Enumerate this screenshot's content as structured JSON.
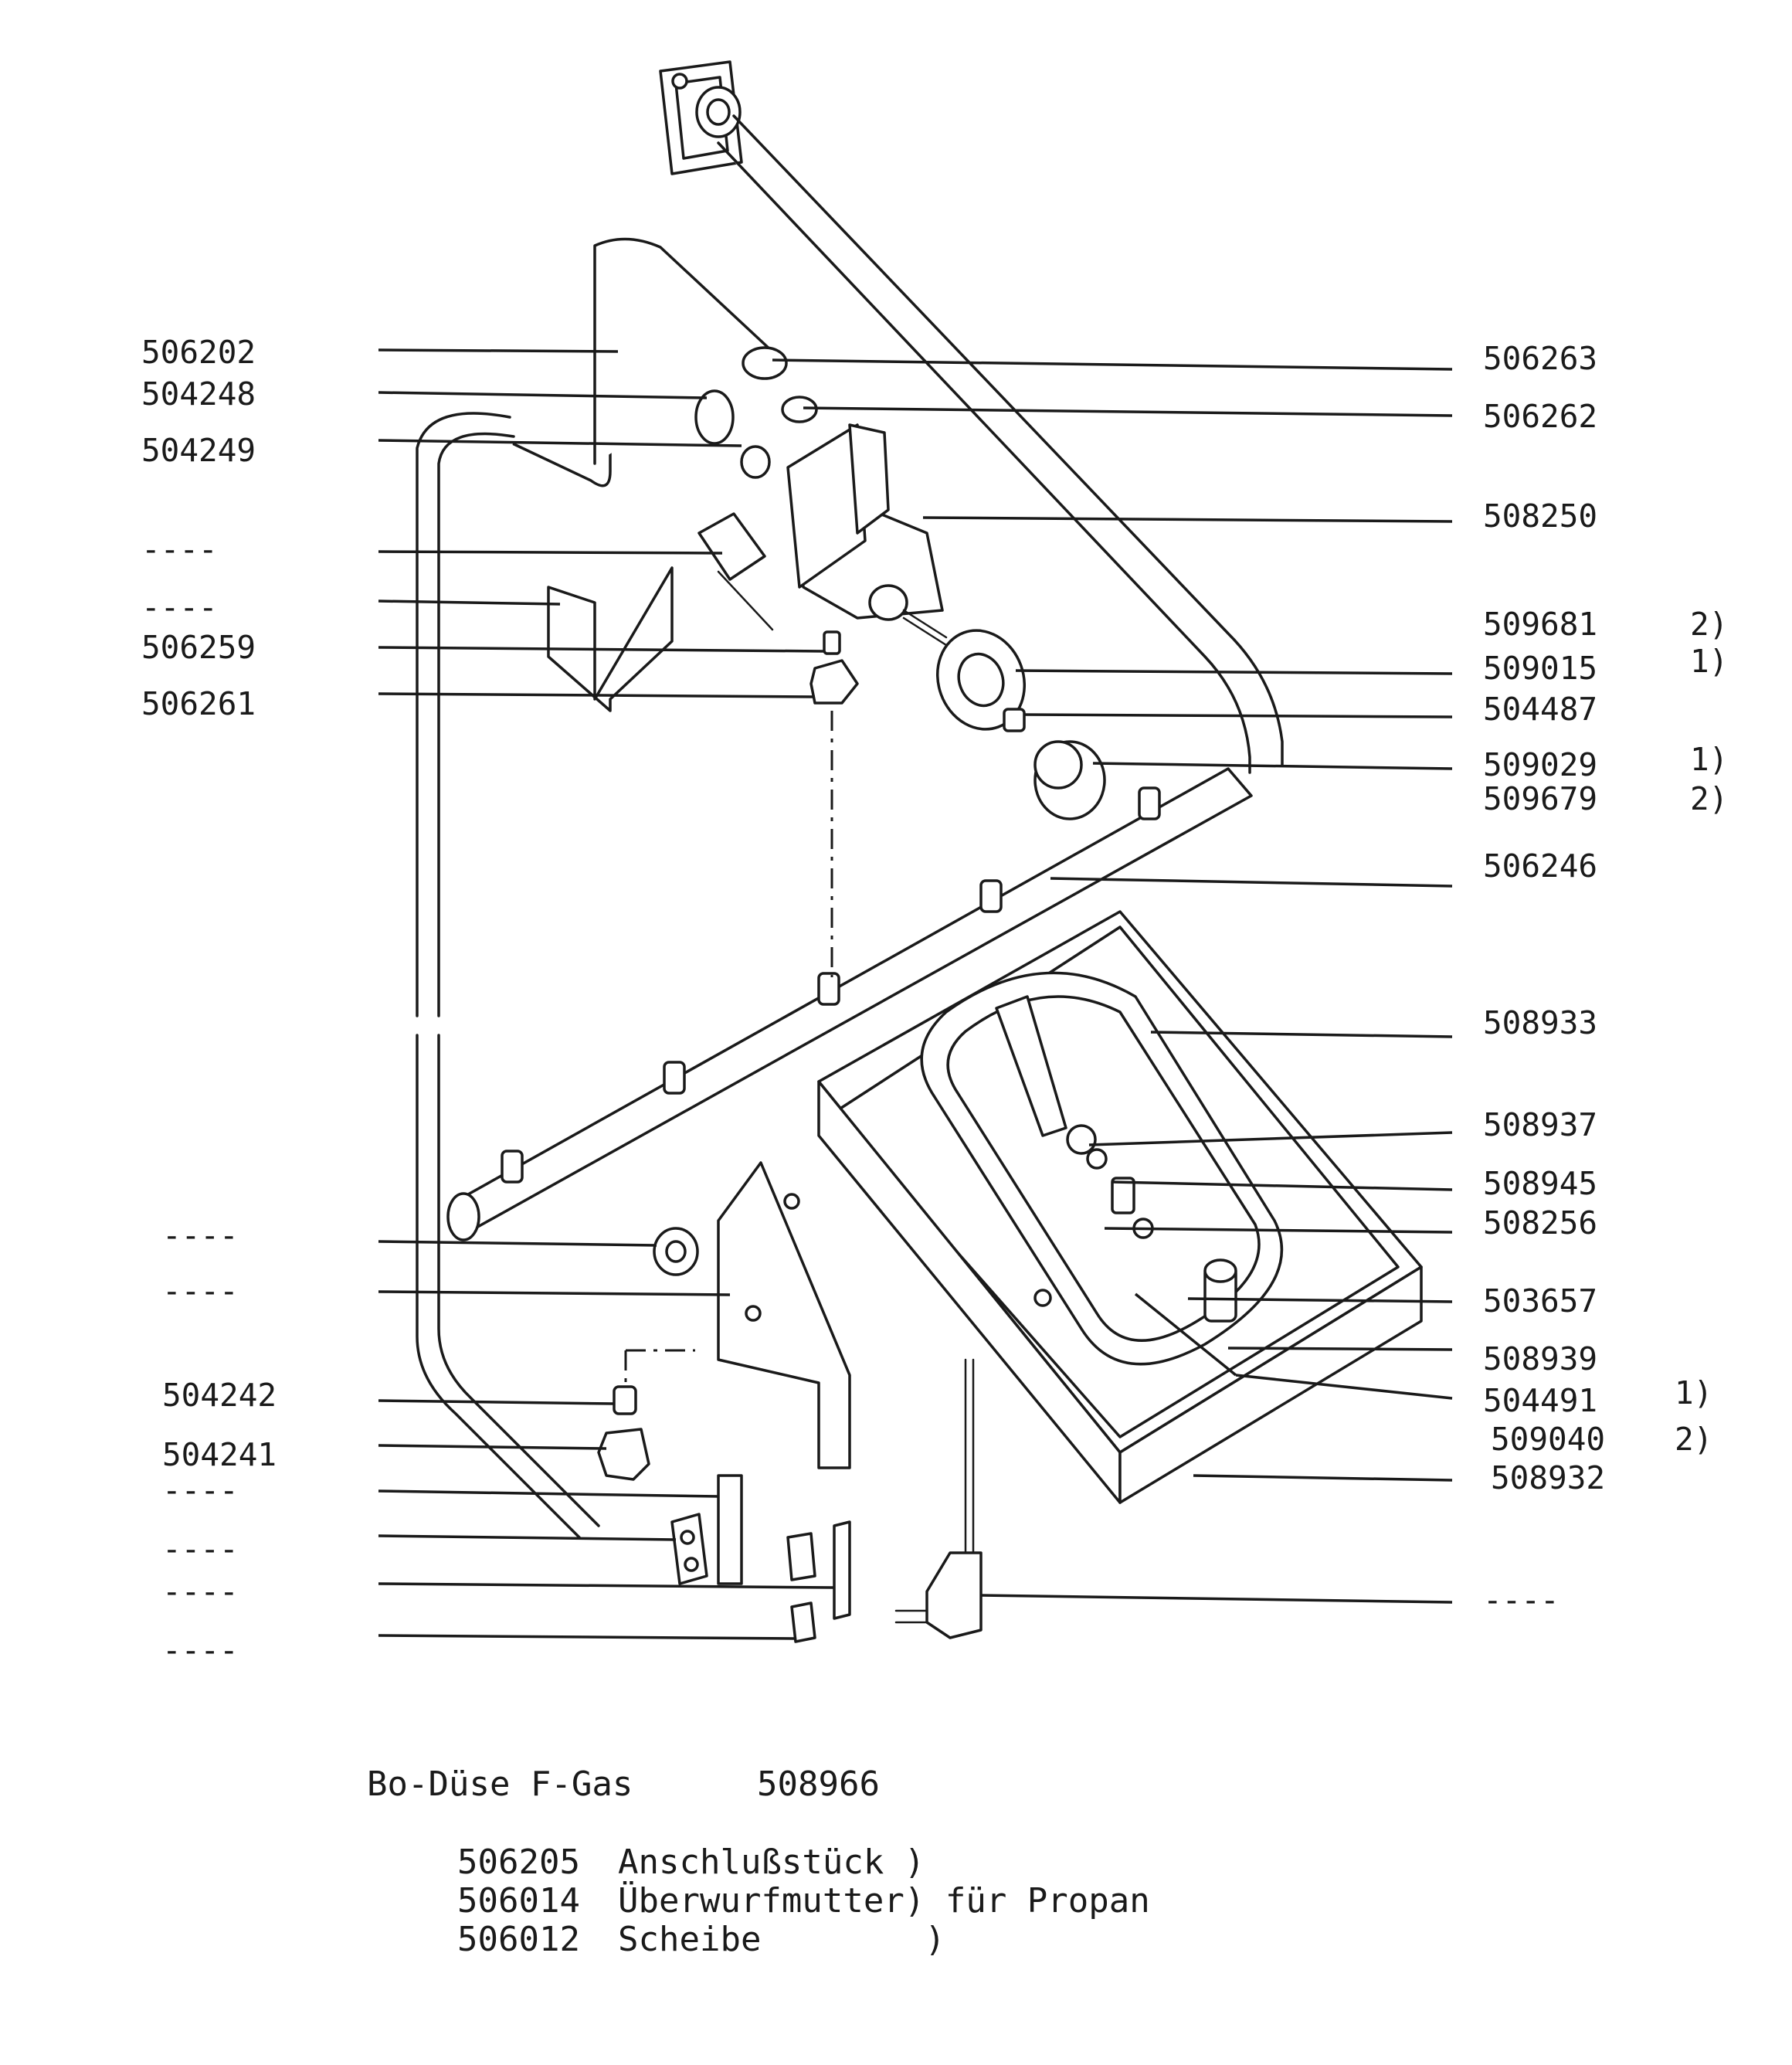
{
  "diagram": {
    "labels_left": [
      {
        "id": "l1",
        "text": "506202"
      },
      {
        "id": "l2",
        "text": "504248"
      },
      {
        "id": "l3",
        "text": "504249"
      },
      {
        "id": "l4",
        "text": "----"
      },
      {
        "id": "l5",
        "text": "----"
      },
      {
        "id": "l6",
        "text": "506259"
      },
      {
        "id": "l7",
        "text": "506261"
      },
      {
        "id": "l8",
        "text": "----"
      },
      {
        "id": "l9",
        "text": "----"
      },
      {
        "id": "l10",
        "text": "504242"
      },
      {
        "id": "l11",
        "text": "504241"
      },
      {
        "id": "l12",
        "text": "----"
      },
      {
        "id": "l13",
        "text": "----"
      },
      {
        "id": "l14",
        "text": "----"
      },
      {
        "id": "l15",
        "text": "----"
      }
    ],
    "labels_right": [
      {
        "id": "r1",
        "text": "506263",
        "note": ""
      },
      {
        "id": "r2",
        "text": "506262",
        "note": ""
      },
      {
        "id": "r3",
        "text": "508250",
        "note": ""
      },
      {
        "id": "r4",
        "text": "509681",
        "note": "2)"
      },
      {
        "id": "r5",
        "text": "509015",
        "note": "1)"
      },
      {
        "id": "r6",
        "text": "504487",
        "note": ""
      },
      {
        "id": "r7",
        "text": "509029",
        "note": "1)"
      },
      {
        "id": "r8",
        "text": "509679",
        "note": "2)"
      },
      {
        "id": "r9",
        "text": "506246",
        "note": ""
      },
      {
        "id": "r10",
        "text": "508933",
        "note": ""
      },
      {
        "id": "r11",
        "text": "508937",
        "note": ""
      },
      {
        "id": "r12",
        "text": "508945",
        "note": ""
      },
      {
        "id": "r13",
        "text": "508256",
        "note": ""
      },
      {
        "id": "r14",
        "text": "503657",
        "note": ""
      },
      {
        "id": "r15",
        "text": "508939",
        "note": ""
      },
      {
        "id": "r16",
        "text": "504491",
        "note": "1)"
      },
      {
        "id": "r17",
        "text": "509040",
        "note": "2)"
      },
      {
        "id": "r18",
        "text": "508932",
        "note": ""
      },
      {
        "id": "r19",
        "text": "----",
        "note": ""
      }
    ],
    "footnote": {
      "line1_name": "Bo-Düse F-Gas",
      "line1_code": "508966",
      "parts": [
        {
          "code": "506205",
          "name": "Anschlußstück )"
        },
        {
          "code": "506014",
          "name": "Überwurfmutter) für Propan"
        },
        {
          "code": "506012",
          "name": "Scheibe        )"
        }
      ]
    }
  }
}
